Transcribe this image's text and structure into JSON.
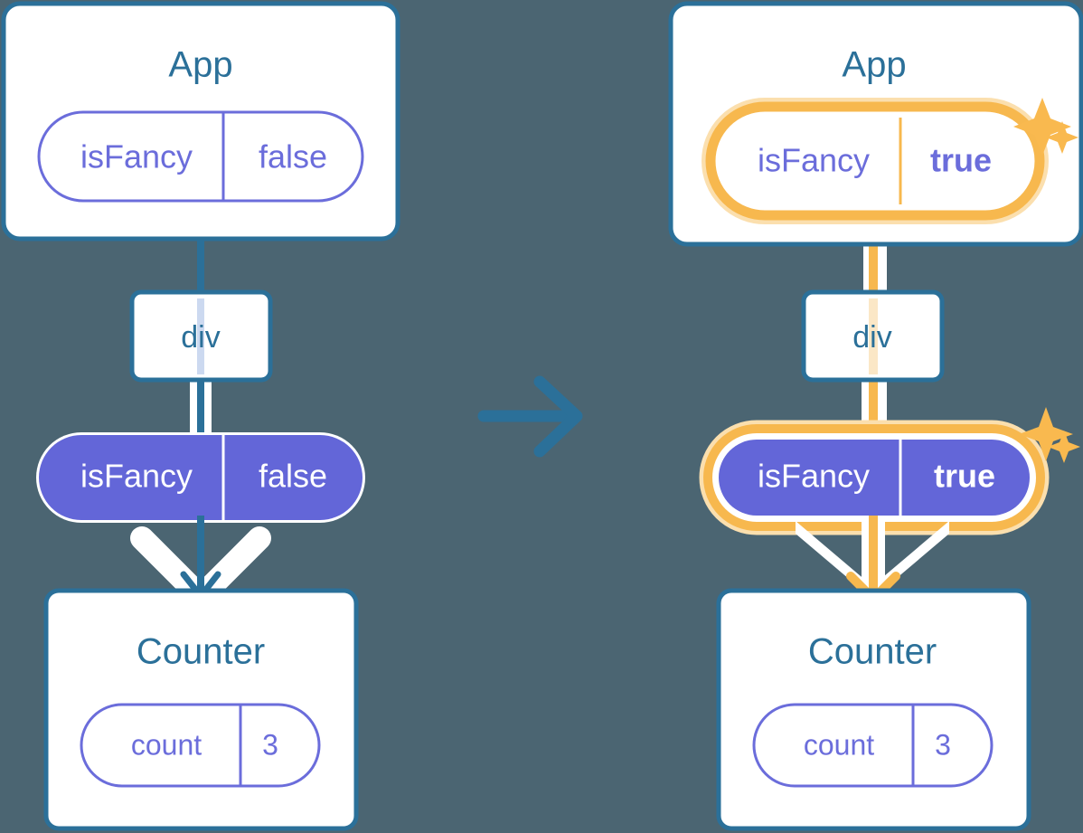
{
  "meta": {
    "background_color": "#4b6572",
    "accent_blue": "#2b7099",
    "accent_purple": "#6b6ddb",
    "accent_purple_fill": "#6366d8",
    "accent_orange": "#f7b84e",
    "accent_orange_soft": "#fbdfae",
    "white": "#ffffff"
  },
  "left": {
    "app": {
      "title": "App",
      "state_pill": {
        "key": "isFancy",
        "value": "false",
        "highlighted": false
      }
    },
    "div": {
      "label": "div"
    },
    "prop_pill": {
      "key": "isFancy",
      "value": "false",
      "highlighted": false
    },
    "counter": {
      "title": "Counter",
      "state_pill": {
        "key": "count",
        "value": "3",
        "highlighted": false
      }
    }
  },
  "transition": {
    "icon": "arrow-right-icon"
  },
  "right": {
    "app": {
      "title": "App",
      "state_pill": {
        "key": "isFancy",
        "value": "true",
        "highlighted": true
      },
      "sparkles": [
        "sparkle-large-icon",
        "sparkle-small-icon"
      ]
    },
    "div": {
      "label": "div"
    },
    "prop_pill": {
      "key": "isFancy",
      "value": "true",
      "highlighted": true
    },
    "counter": {
      "title": "Counter",
      "state_pill": {
        "key": "count",
        "value": "3",
        "highlighted": false
      }
    }
  }
}
